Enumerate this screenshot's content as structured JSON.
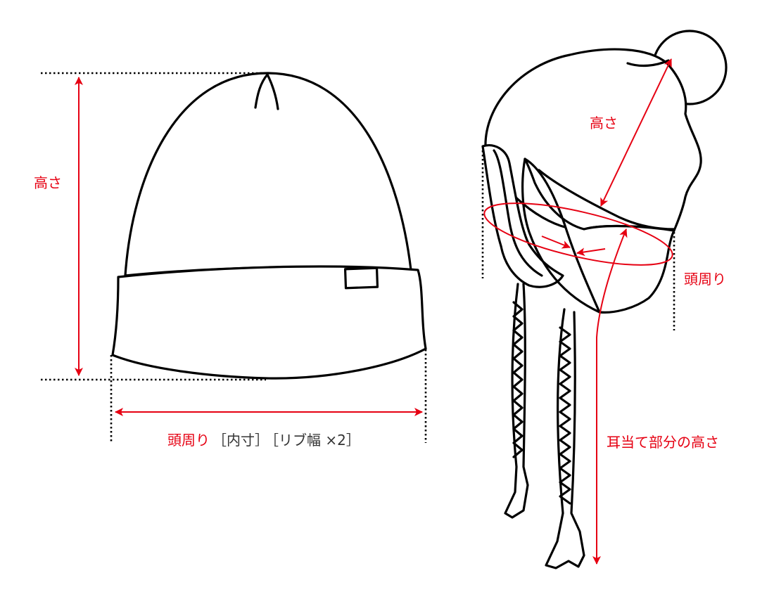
{
  "colors": {
    "measure": "#e60012",
    "ink": "#000000",
    "bracket_text": "#333333"
  },
  "labels": {
    "beanie_height": "高さ",
    "beanie_circumference": "頭周り",
    "beanie_inner_size": "［内寸］",
    "beanie_rib_width": "［リブ幅 ×2］",
    "earflap_height": "高さ",
    "earflap_circumference": "頭周り",
    "earflap_ear_height": "耳当て部分の高さ"
  }
}
